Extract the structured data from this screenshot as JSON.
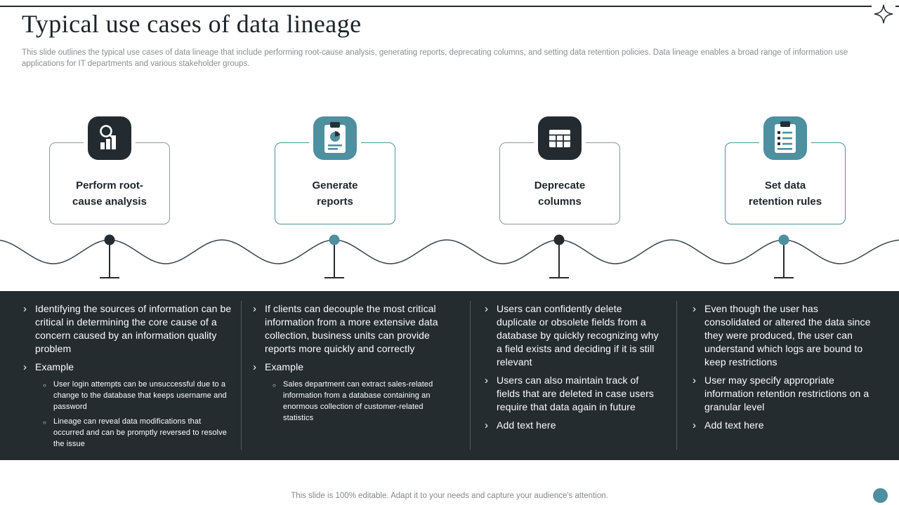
{
  "slide": {
    "title": "Typical use cases of data lineage",
    "description": "This slide outlines the typical use cases of data lineage that include performing root-cause analysis, generating reports, deprecating columns, and setting data retention policies. Data lineage enables a broad range of information use applications for IT departments and various stakeholder groups.",
    "footer": "This slide is 100% editable. Adapt it to your needs and capture your audience's attention."
  },
  "colors": {
    "dark": "#232b30",
    "teal": "#4e8fa0",
    "panel_background": "#242c30",
    "muted_text": "#8a8d8f"
  },
  "cards": [
    {
      "label": "Perform root-cause analysis",
      "accent": "dark",
      "icon": "magnifier-bar-chart"
    },
    {
      "label": "Generate reports",
      "accent": "teal",
      "icon": "clipboard-pie-chart"
    },
    {
      "label": "Deprecate columns",
      "accent": "dark",
      "icon": "table-grid"
    },
    {
      "label": "Set data retention rules",
      "accent": "teal",
      "icon": "clipboard-checklist"
    }
  ],
  "columns": [
    {
      "items": [
        {
          "level": 1,
          "text": "Identifying the sources of information can be critical in determining the core cause of a concern caused by an information quality problem"
        },
        {
          "level": 1,
          "text": "Example"
        },
        {
          "level": 2,
          "text": "User login attempts can be unsuccessful due to a change to the database that keeps username and password"
        },
        {
          "level": 2,
          "text": "Lineage can reveal data modifications that occurred and can be promptly reversed to resolve the issue"
        }
      ]
    },
    {
      "items": [
        {
          "level": 1,
          "text": "If clients can decouple the most critical information from a more extensive data collection, business units can provide reports more quickly and correctly"
        },
        {
          "level": 1,
          "text": "Example"
        },
        {
          "level": 2,
          "text": "Sales department can extract sales-related information from a database containing an enormous collection of customer-related statistics"
        }
      ]
    },
    {
      "items": [
        {
          "level": 1,
          "text": "Users can confidently delete duplicate or obsolete fields from a database by quickly recognizing why a field exists and deciding if it is still relevant"
        },
        {
          "level": 1,
          "text": "Users can also maintain track of fields that are deleted in case users require that data again in future"
        },
        {
          "level": 1,
          "text": "Add text here"
        }
      ]
    },
    {
      "items": [
        {
          "level": 1,
          "text": "Even though the user has consolidated or altered the data since they were produced, the user can understand which logs are bound to keep restrictions"
        },
        {
          "level": 1,
          "text": "User may specify appropriate information retention restrictions on a granular level"
        },
        {
          "level": 1,
          "text": "Add text here"
        }
      ]
    }
  ]
}
